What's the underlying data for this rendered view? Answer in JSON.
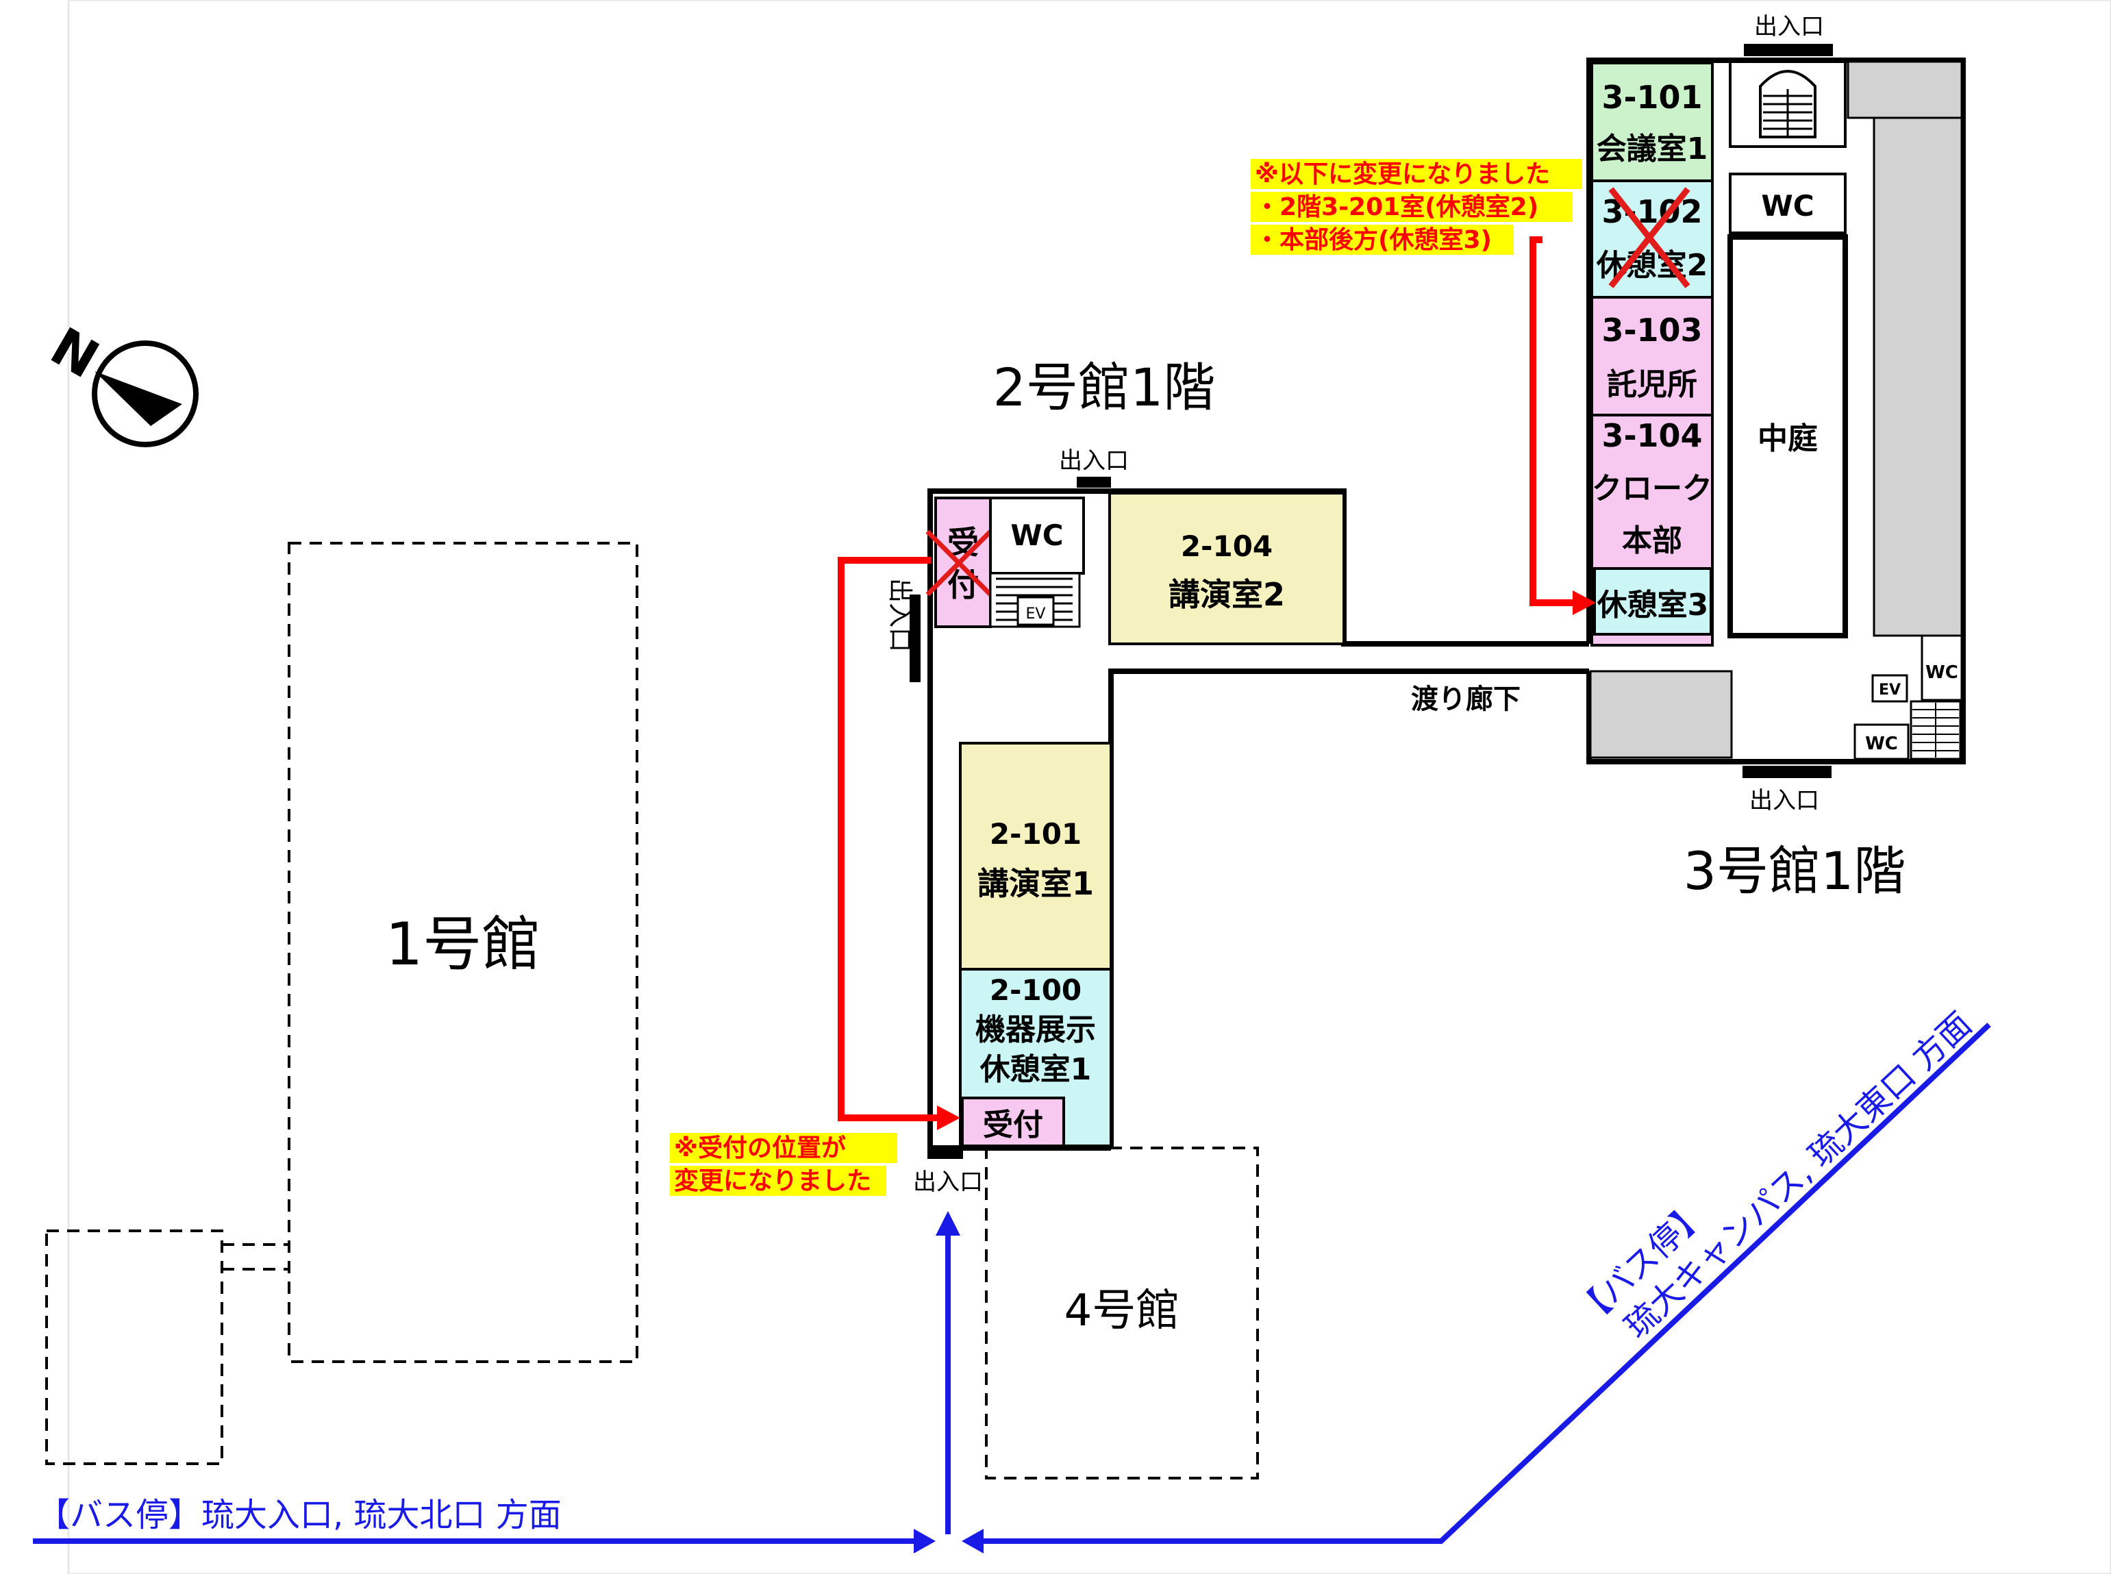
{
  "titles": {
    "bldg2_floor1": "2号館1階",
    "bldg3_floor1": "3号館1階"
  },
  "buildings": {
    "bldg1": "1号館",
    "bldg4": "4号館"
  },
  "compass": {
    "north": "N"
  },
  "entrance": "出入口",
  "corridor": "渡り廊下",
  "rooms": {
    "r3101": {
      "num": "3-101",
      "name": "会議室1"
    },
    "r3102": {
      "num": "3-102",
      "name": "休憩室2"
    },
    "r3103": {
      "num": "3-103",
      "name": "託児所"
    },
    "r3104": {
      "num": "3-104",
      "name1": "クローク",
      "name2": "本部"
    },
    "rest3": "休憩室3",
    "courtyard": "中庭",
    "r2104": {
      "num": "2-104",
      "name": "講演室2"
    },
    "r2101": {
      "num": "2-101",
      "name": "講演室1"
    },
    "r2100": {
      "num": "2-100",
      "name1": "機器展示",
      "name2": "休憩室1"
    },
    "reception_new": "受付",
    "reception_old_1": "受",
    "reception_old_2": "付"
  },
  "facilities": {
    "wc": "WC",
    "ev": "EV"
  },
  "notes": {
    "change_line1": "※以下に変更になりました",
    "change_line2": "・2階3-201室(休憩室2)",
    "change_line3": "・本部後方(休憩室3)",
    "reception_line1": "※受付の位置が",
    "reception_line2": "変更になりました"
  },
  "bus": {
    "west": "【バス停】琉大入口, 琉大北口 方面",
    "east1": "【バス停】",
    "east2": "琉大キャンパス, 琉大東口 方面"
  },
  "colors": {
    "green": "#ccf2cc",
    "cyan": "#ccf6f6",
    "pink": "#f7c8f0",
    "yellow": "#f6f2bf",
    "gray": "#d2d2d2",
    "highlight": "#ffff00",
    "arrow_red": "#ff0000",
    "arrow_blue": "#1a1ae6"
  }
}
